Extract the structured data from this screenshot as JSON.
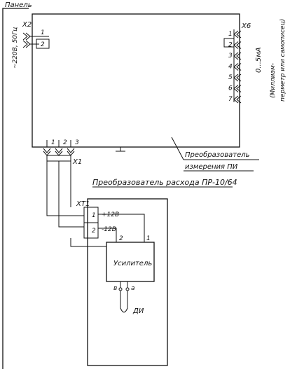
{
  "panel_label": "Панель",
  "power": {
    "connector": "X2",
    "pins": [
      "1",
      "2"
    ],
    "label": "~220В, 50Гц"
  },
  "output": {
    "connector": "X6",
    "pins": [
      "1",
      "2",
      "3",
      "4",
      "5",
      "6",
      "7"
    ],
    "signal": "0...5мА",
    "device": "(Миллиамперметр или самописец)"
  },
  "bottom_connector": {
    "name": "X1",
    "pins": [
      "1",
      "2",
      "3"
    ]
  },
  "converter_label": {
    "line1": "Преобразователь",
    "line2": "измерения ПИ"
  },
  "flow_converter": {
    "title": "Преобразователь расхода ПР-10/64",
    "connector": "XT1",
    "pins": [
      {
        "num": "1",
        "label": "+12В"
      },
      {
        "num": "2",
        "label": "-12В"
      }
    ],
    "amplifier": {
      "label": "Усилитель",
      "top_pins": [
        "2",
        "1"
      ],
      "bottom_pins": [
        "в",
        "а"
      ]
    },
    "sensor": "ДИ"
  }
}
